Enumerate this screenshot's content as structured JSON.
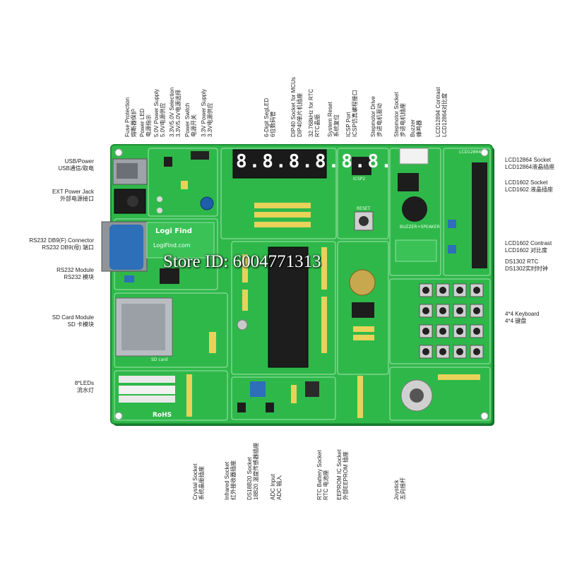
{
  "watermark": "Store ID: 6004771313",
  "board": {
    "brand": "LogiFind.com",
    "logo_text": "Logi Find",
    "silk_sd": "SD card",
    "silk_reset": "RESET",
    "silk_icsp": "ICSP2",
    "silk_lcd12864": "LCD12864",
    "silk_rohs": "RoHS",
    "segments": "8.8.8.8.8.8.",
    "silk_buzzer": "BUZZER+SPEAKER"
  },
  "colors": {
    "board": "#2fb84a",
    "board_dark": "#1f8e35",
    "header_pin": "#e8d25a",
    "ic_black": "#1d1d1d",
    "seg_display": "#1a1a1a",
    "serial_blue": "#2d6fb8"
  },
  "left_labels": [
    {
      "en": "USB/Power",
      "zh": "USB通信/取电"
    },
    {
      "en": "EXT Power Jack",
      "zh": "外部电源接口"
    },
    {
      "en": "RS232 DB9(F) Connector",
      "zh": "RS232 DB9(母) 端口"
    },
    {
      "en": "RS232 Module",
      "zh": "RS232 模块"
    },
    {
      "en": "SD Card Module",
      "zh": "SD 卡模块"
    },
    {
      "en": "8*LEDs",
      "zh": "流水灯"
    }
  ],
  "right_labels": [
    {
      "en": "LCD12864 Socket",
      "zh": "LCD12864液晶插座"
    },
    {
      "en": "LCD1602 Socket",
      "zh": "LCD1602 液晶插座"
    },
    {
      "en": "LCD1602 Contrast",
      "zh": "LCD1602 对比度"
    },
    {
      "en": "DS1302 RTC",
      "zh": "DS1302实时时钟"
    },
    {
      "en": "4*4 Keyboard",
      "zh": "4*4 键盘"
    }
  ],
  "top_labels": [
    {
      "en": "Fuse Protection",
      "zh": "熔断器保护"
    },
    {
      "en": "Power LED",
      "zh": "电源指示"
    },
    {
      "en": "5.0V Power Supply",
      "zh": "5.0V电源供应"
    },
    {
      "en": "3.3V/5.0V Selection",
      "zh": "3.3V/5.0V电源选择"
    },
    {
      "en": "Power Switch",
      "zh": "电源开关"
    },
    {
      "en": "3.3V Power Supply",
      "zh": "3.3V电源供应"
    },
    {
      "en": "6-Digit SegLED",
      "zh": "6位数码管"
    },
    {
      "en": "DIP40 Socket for MCUs",
      "zh": "DIP40单片机插座"
    },
    {
      "en": "32.768kHz for RTC",
      "zh": "RTC晶振"
    },
    {
      "en": "System Reset",
      "zh": "系统复位"
    },
    {
      "en": "ICSP Port",
      "zh": "ICSP仿真编程接口"
    },
    {
      "en": "Stepmotor Drive",
      "zh": "步进电机驱动"
    },
    {
      "en": "Stepmotor Socket",
      "zh": "步进电机插座"
    },
    {
      "en": "Buzzer",
      "zh": "蜂鸣器"
    },
    {
      "en": "LCD12894 Contrast",
      "zh": "LCD12864对比度"
    }
  ],
  "bottom_labels": [
    {
      "en": "Crystal Socket",
      "zh": "系统晶振插座"
    },
    {
      "en": "Infrared Socket",
      "zh": "红外接收器插座"
    },
    {
      "en": "DS18B20 Socket",
      "zh": "18B20 温度传感器插座"
    },
    {
      "en": "ADC Input",
      "zh": "ADC 输入"
    },
    {
      "en": "RTC Battery Socket",
      "zh": "RTC 电池座"
    },
    {
      "en": "EEPROM IC Socket",
      "zh": "外部EEPROM 插座"
    },
    {
      "en": "Joystick",
      "zh": "五向摇杆"
    }
  ]
}
